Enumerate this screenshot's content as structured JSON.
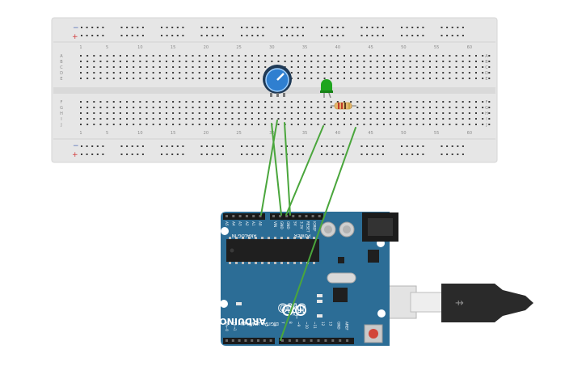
{
  "breadboard": {
    "column_numbers": [
      "1",
      "5",
      "10",
      "15",
      "20",
      "25",
      "30",
      "35",
      "40",
      "45",
      "50",
      "55",
      "60"
    ],
    "row_letters_top": [
      "A",
      "B",
      "C",
      "D",
      "E"
    ],
    "row_letters_bottom": [
      "F",
      "G",
      "H",
      "I",
      "J"
    ],
    "rail_minus": "−",
    "rail_plus": "+"
  },
  "components": {
    "potentiometer": "potentiometer",
    "led_color": "#1fa51f",
    "resistor": "resistor"
  },
  "arduino": {
    "logo": "ARDUINO",
    "model": "UNO",
    "on_label": "ON",
    "tx_label": "TX",
    "rx_label": "RX",
    "l_label": "L",
    "analog_in": "ANALOG IN",
    "power": "POWER",
    "digital": "DIGITAL (PWM~)",
    "analog_pins": [
      "A5",
      "A4",
      "A3",
      "A2",
      "A1",
      "A0"
    ],
    "power_pins": [
      "VIN",
      "GND",
      "GND",
      "5V",
      "3.3V",
      "RESET",
      "IOREF"
    ],
    "digital_pins": [
      "AREF",
      "GND",
      "13",
      "12",
      "~11",
      "~10",
      "~9",
      "8",
      "7",
      "~6",
      "~5",
      "4",
      "~3",
      "2",
      "TX→1",
      "RX←0"
    ],
    "board_color": "#2c6d96",
    "wire_color": "#4aa63c"
  }
}
